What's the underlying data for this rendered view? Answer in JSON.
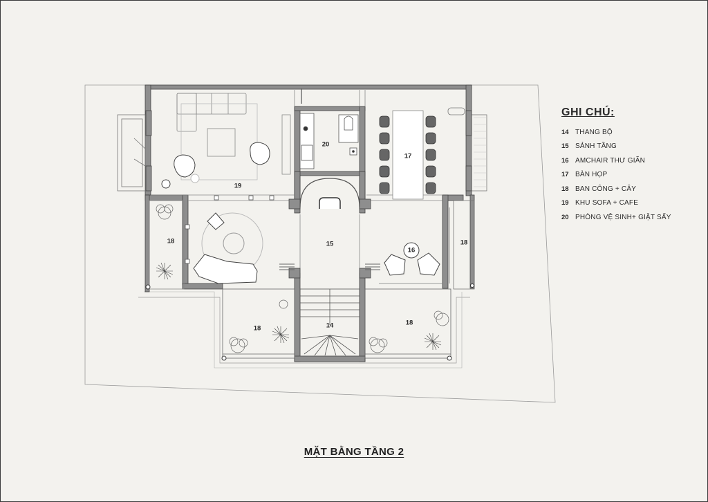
{
  "legend": {
    "title": "GHI CHÚ:",
    "items": [
      {
        "num": "14",
        "text": "THANG BỘ"
      },
      {
        "num": "15",
        "text": "SẢNH TẦNG"
      },
      {
        "num": "16",
        "text": "AMCHAIR THƯ GIÃN"
      },
      {
        "num": "17",
        "text": "BÀN HỌP"
      },
      {
        "num": "18",
        "text": "BAN CÔNG + CÂY"
      },
      {
        "num": "19",
        "text": "KHU SOFA + CAFE"
      },
      {
        "num": "20",
        "text": "PHÒNG VỆ SINH+ GIẶT SẤY"
      }
    ]
  },
  "plan_title": "MẶT BẰNG TẦNG 2",
  "room_labels": {
    "r14": "14",
    "r15": "15",
    "r16": "16",
    "r17": "17",
    "r18_left": "18",
    "r18_right": "18",
    "r18_bottom_left": "18",
    "r18_bottom_right": "18",
    "r19": "19",
    "r20": "20"
  },
  "colors": {
    "background": "#f3f2ee",
    "wall_fill": "#8e8e8e",
    "line": "#555555",
    "light_line": "#9a9a9a"
  }
}
